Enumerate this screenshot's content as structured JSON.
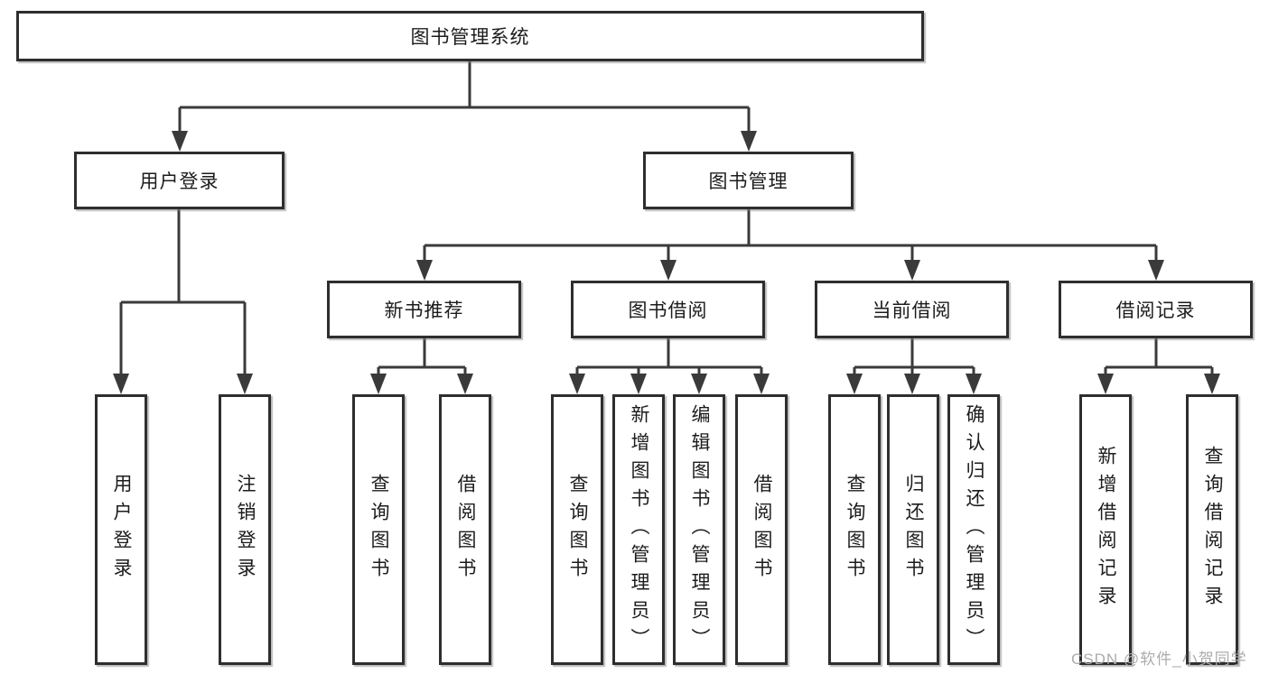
{
  "tree": {
    "root": {
      "label": "图书管理系统"
    },
    "branches": [
      {
        "label": "用户登录",
        "children": [
          "用户登录",
          "注销登录"
        ]
      },
      {
        "label": "图书管理",
        "sections": [
          {
            "label": "新书推荐",
            "children": [
              "查询图书",
              "借阅图书"
            ]
          },
          {
            "label": "图书借阅",
            "children": [
              "查询图书",
              "新增图书（管理员）",
              "编辑图书（管理员）",
              "借阅图书"
            ]
          },
          {
            "label": "当前借阅",
            "children": [
              "查询图书",
              "归还图书",
              "确认归还（管理员）"
            ]
          },
          {
            "label": "借阅记录",
            "children": [
              "新增借阅记录",
              "查询借阅记录"
            ]
          }
        ]
      }
    ]
  },
  "watermark": "CSDN @软件_小贺同学",
  "colors": {
    "line": "#3a3a3a",
    "box_border": "#2e2e2e",
    "text": "#1c1c1c",
    "watermark": "#ababab",
    "background": "#ffffff"
  }
}
